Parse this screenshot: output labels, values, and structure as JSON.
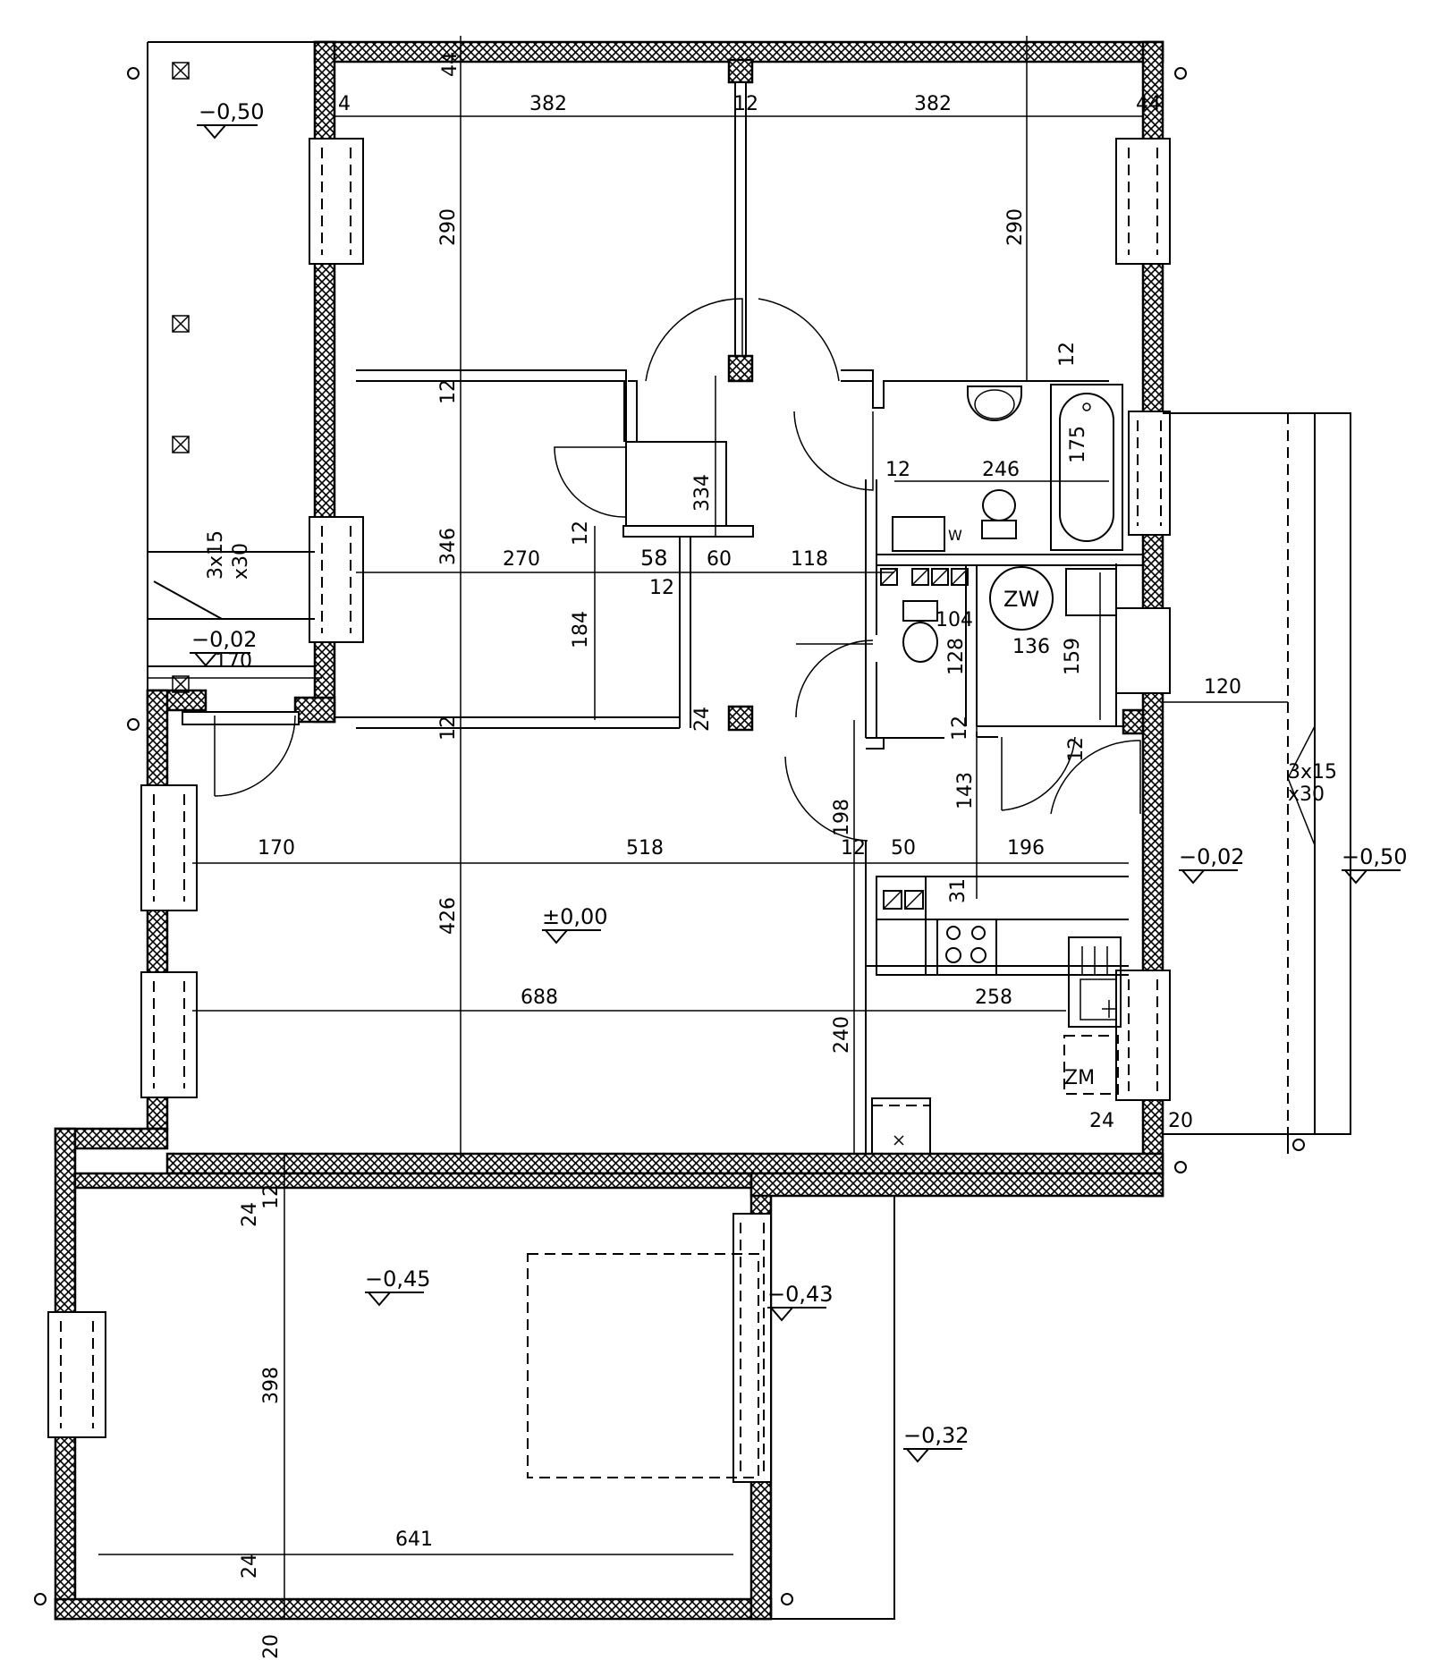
{
  "plan": {
    "levels": [
      "−0,50",
      "−0,02",
      "±0,00",
      "−0,45",
      "−0,43",
      "−0,32",
      "−0,02",
      "−0,50"
    ],
    "rooms": {
      "zw_label": "ZW",
      "zm_label": "ZM",
      "w_label": "W"
    },
    "stairs": [
      {
        "line1": "3x15",
        "line2": "x30"
      },
      {
        "line1": "3x15",
        "line2": "x30"
      }
    ],
    "dims": {
      "d_4": "4",
      "d_382a": "382",
      "d_12a": "12",
      "d_382b": "382",
      "d_44a": "44",
      "d_44b": "44",
      "d_290a": "290",
      "d_290b": "290",
      "d_12b": "12",
      "d_12c": "12",
      "d_334": "334",
      "d_12d": "12",
      "d_246": "246",
      "d_175": "175",
      "d_346": "346",
      "d_270": "270",
      "d_12e": "12",
      "d_58": "58",
      "d_12f": "12",
      "d_60": "60",
      "d_118": "118",
      "d_184": "184",
      "d_104": "104",
      "d_128": "128",
      "d_136": "136",
      "d_159": "159",
      "d_170a": "170",
      "d_120": "120",
      "d_12g": "12",
      "d_24a": "24",
      "d_12h": "12",
      "d_12i": "12",
      "d_198": "198",
      "d_143": "143",
      "d_12j": "12",
      "d_170b": "170",
      "d_518": "518",
      "d_12k": "12",
      "d_50": "50",
      "d_196": "196",
      "d_426": "426",
      "d_31": "31",
      "d_688": "688",
      "d_258": "258",
      "d_240": "240",
      "d_24b": "24",
      "d_20a": "20",
      "d_24c": "24",
      "d_12l": "12",
      "d_398": "398",
      "d_641": "641",
      "d_24d": "24",
      "d_20b": "20"
    }
  }
}
